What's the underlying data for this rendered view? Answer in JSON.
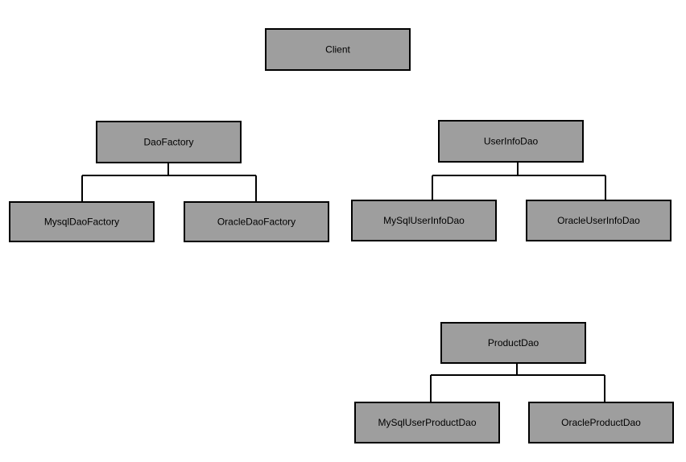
{
  "diagram": {
    "colors": {
      "box_fill": "#9e9e9e",
      "box_stroke": "#000000",
      "line": "#000000",
      "text": "#000000",
      "background": "#ffffff"
    },
    "client": {
      "label": "Client"
    },
    "dao_factory": {
      "label": "DaoFactory",
      "children": [
        {
          "label": "MysqlDaoFactory"
        },
        {
          "label": "OracleDaoFactory"
        }
      ]
    },
    "user_info_dao": {
      "label": "UserInfoDao",
      "children": [
        {
          "label": "MySqlUserInfoDao"
        },
        {
          "label": "OracleUserInfoDao"
        }
      ]
    },
    "product_dao": {
      "label": "ProductDao",
      "children": [
        {
          "label": "MySqlUserProductDao"
        },
        {
          "label": "OracleProductDao"
        }
      ]
    }
  }
}
